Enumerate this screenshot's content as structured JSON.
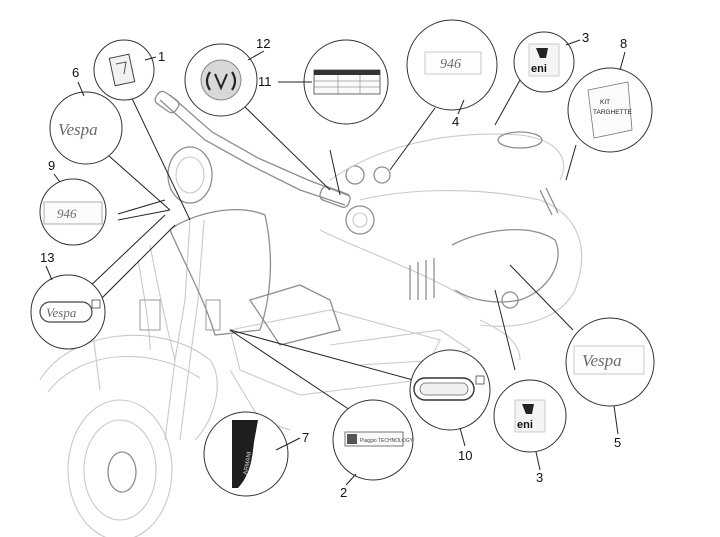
{
  "callouts": [
    {
      "id": "1",
      "label": "1"
    },
    {
      "id": "12",
      "label": "12"
    },
    {
      "id": "11",
      "label": "11"
    },
    {
      "id": "4",
      "label": "4"
    },
    {
      "id": "3a",
      "label": "3"
    },
    {
      "id": "8",
      "label": "8"
    },
    {
      "id": "6",
      "label": "6"
    },
    {
      "id": "9",
      "label": "9"
    },
    {
      "id": "13",
      "label": "13"
    },
    {
      "id": "7",
      "label": "7"
    },
    {
      "id": "2",
      "label": "2"
    },
    {
      "id": "10",
      "label": "10"
    },
    {
      "id": "3b",
      "label": "3"
    },
    {
      "id": "5",
      "label": "5"
    }
  ],
  "decals": {
    "vespa_script": "Vespa",
    "eni": "eni",
    "kit_targhette": [
      "KIT",
      "TARGHETTE"
    ],
    "model_badge": "946",
    "plate_text": "Piaggio TECHNOLOGY",
    "side_strip": "ARMANI"
  },
  "colors": {
    "outline": "#c9c9c9",
    "callout_line": "#222222",
    "text": "#111111"
  }
}
